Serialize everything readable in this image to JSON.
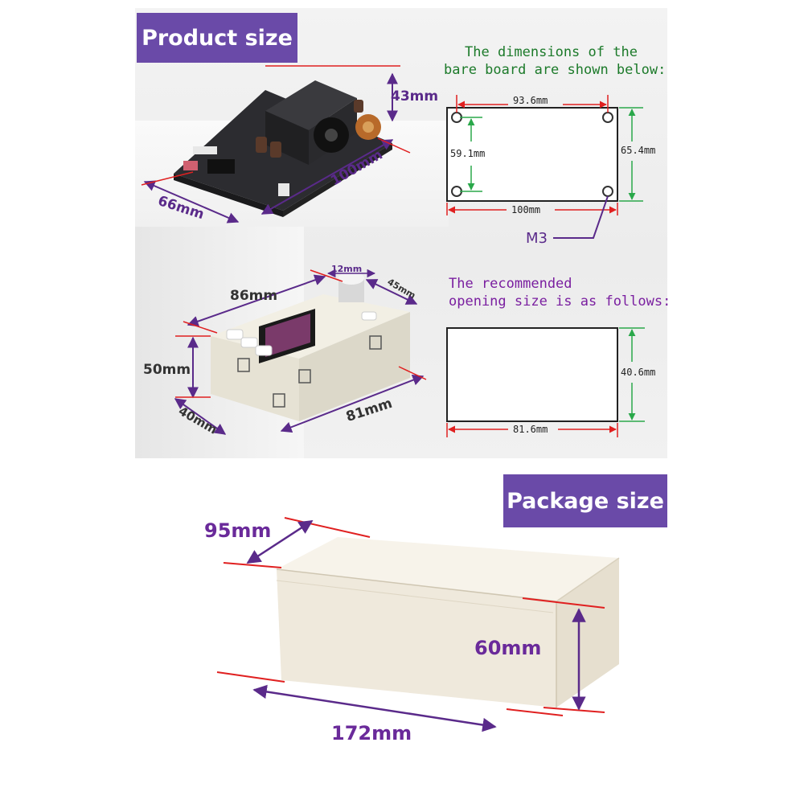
{
  "badges": {
    "product_size": "Product size",
    "package_size": "Package size"
  },
  "board_photo": {
    "height": "43mm",
    "length": "100mm",
    "width": "66mm"
  },
  "bare_board": {
    "title_line1": "The dimensions of the",
    "title_line2": "bare board are shown below:",
    "hole_spacing_x": "93.6mm",
    "hole_spacing_y": "59.1mm",
    "board_height": "65.4mm",
    "board_length": "100mm",
    "screw": "M3"
  },
  "housing_photo": {
    "knob": "12mm",
    "length": "86mm",
    "depth_top": "45mm",
    "height": "50mm",
    "depth": "40mm",
    "rear_length": "81mm"
  },
  "opening": {
    "title_line1": "The recommended",
    "title_line2": "opening size is as follows:",
    "height": "40.6mm",
    "width": "81.6mm"
  },
  "package": {
    "depth": "95mm",
    "height": "60mm",
    "length": "172mm"
  },
  "colors": {
    "badge": "#6a4aa8",
    "dimension_line": "#e02020",
    "guide_green": "#2aa84a",
    "label_purple": "#6a2a9a"
  }
}
